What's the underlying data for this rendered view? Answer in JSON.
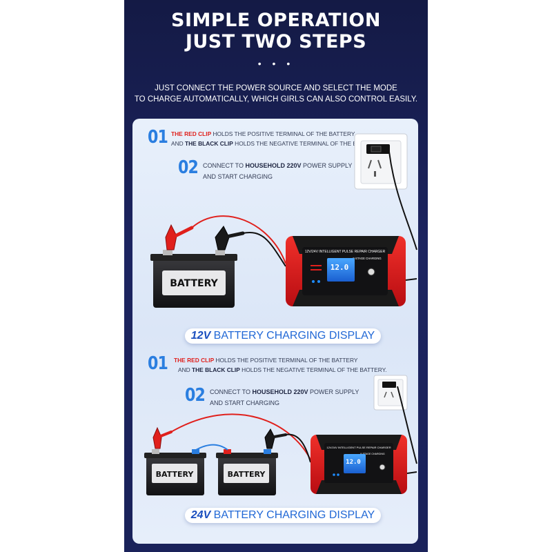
{
  "header": {
    "title_line1": "SIMPLE OPERATION",
    "title_line2": "JUST TWO STEPS",
    "dots": "• • •",
    "subtitle_line1": "JUST CONNECT THE POWER SOURCE AND SELECT THE MODE",
    "subtitle_line2": "TO CHARGE AUTOMATICALLY, WHICH GIRLS CAN ALSO CONTROL EASILY."
  },
  "section12v": {
    "step1_num": "01",
    "step1_red": "THE RED CLIP",
    "step1_a": " HOLDS THE POSITIVE TERMINAL OF THE BATTERY",
    "step1_and": "AND ",
    "step1_black": "THE BLACK CLIP",
    "step1_b": " HOLDS THE NEGATIVE TERMINAL OF THE BATTERY.",
    "step2_num": "02",
    "step2_a": "CONNECT TO ",
    "step2_bold": "HOUSEHOLD 220V",
    "step2_b": " POWER SUPPLY",
    "step2_c": "AND START CHARGING",
    "battery_label": "BATTERY",
    "charger_title": "12V/24V INTELLIGENT PULSE REPAIR CHARGER",
    "charger_stage": "9-STAGE CHARGING",
    "lcd_value": "12.0",
    "banner_volt": "12V",
    "banner_text": " BATTERY CHARGING DISPLAY"
  },
  "section24v": {
    "step1_num": "01",
    "step1_red": "THE RED CLIP",
    "step1_a": " HOLDS THE POSITIVE TERMINAL OF THE BATTERY",
    "step1_and": "AND ",
    "step1_black": "THE BLACK CLIP",
    "step1_b": " HOLDS THE NEGATIVE TERMINAL OF THE BATTERY.",
    "step2_num": "02",
    "step2_a": "CONNECT TO ",
    "step2_bold": "HOUSEHOLD 220V",
    "step2_b": " POWER SUPPLY",
    "step2_c": "AND START CHARGING",
    "battery1_label": "BATTERY",
    "battery2_label": "BATTERY",
    "charger_title": "12V/24V INTELLIGENT PULSE REPAIR CHARGER",
    "charger_stage": "9-STAGE CHARGING",
    "lcd_value": "12.0",
    "banner_volt": "24V",
    "banner_text": " BATTERY CHARGING DISPLAY"
  },
  "colors": {
    "background": "#1c2460",
    "panel": "#e1eaf8",
    "accent_blue": "#2a7ee0",
    "clip_red": "#e0201c",
    "charger_red": "#d9151b"
  },
  "icons": [
    "wall-socket-icon",
    "battery-icon",
    "charger-icon",
    "red-clip-icon",
    "black-clip-icon"
  ]
}
